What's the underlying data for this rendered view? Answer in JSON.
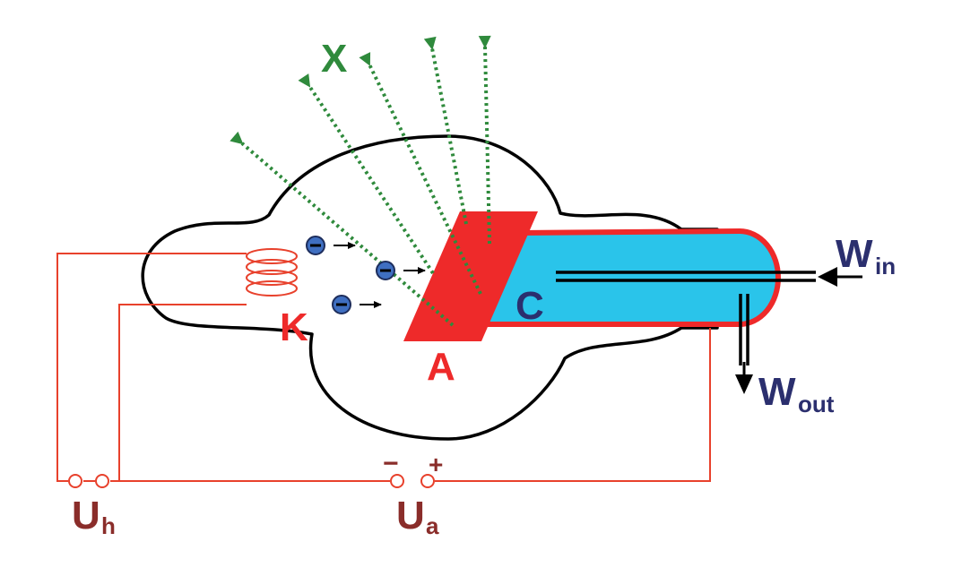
{
  "labels": {
    "x_rays": "X",
    "cathode": "K",
    "anode": "A",
    "cooling": "C",
    "water_in_main": "W",
    "water_in_sub": "in",
    "water_out_main": "W",
    "water_out_sub": "out",
    "heater_voltage_main": "U",
    "heater_voltage_sub": "h",
    "anode_voltage_main": "U",
    "anode_voltage_sub": "a",
    "minus_sign": "−",
    "plus_sign": "+"
  },
  "colors": {
    "outline": "#000000",
    "wire": "#e8412c",
    "anode": "#ee2a2a",
    "coolant": "#2ac4ea",
    "coolant_border": "#ee2a2a",
    "xray": "#2f8a3c",
    "electron": "#3f6fc1",
    "label_red": "#ee2a2a",
    "label_dark_blue": "#2b2f6e",
    "label_brown": "#8a2d2a",
    "label_green": "#2f8a3c"
  },
  "electron_count": 3,
  "xray_count": 5
}
